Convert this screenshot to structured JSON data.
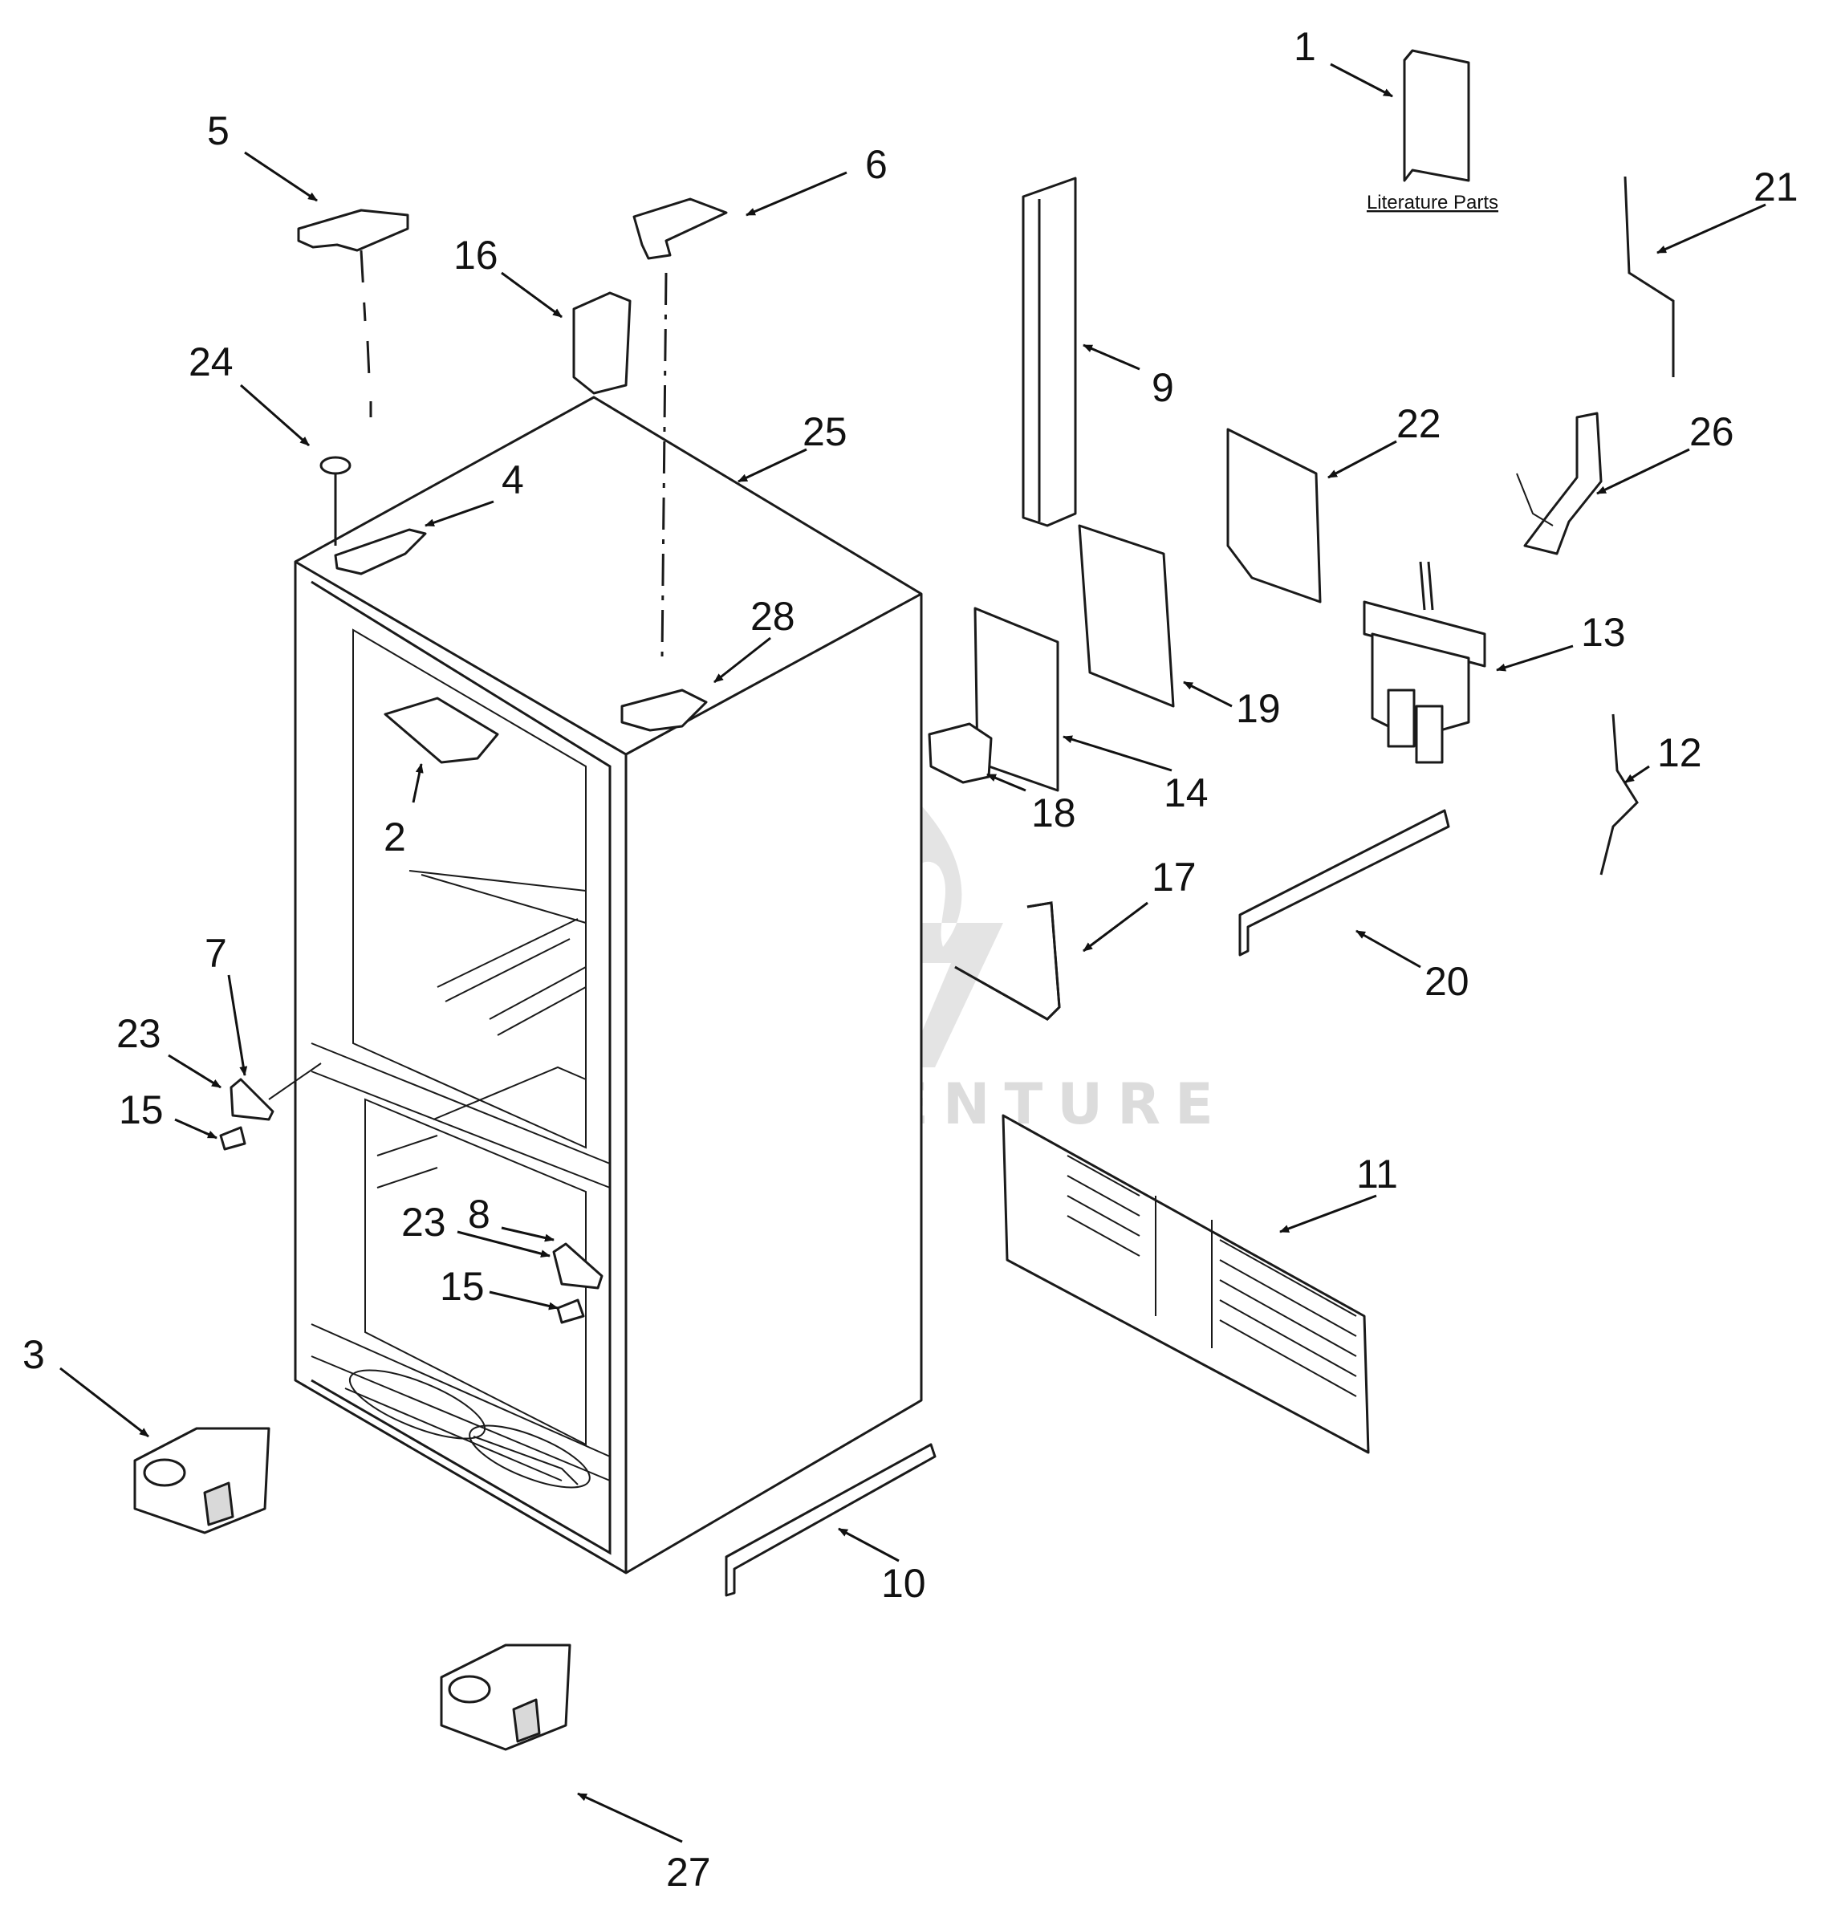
{
  "literature_label": "Literature Parts",
  "watermark": "LEADVENTURE",
  "callouts": {
    "c1": "1",
    "c2": "2",
    "c3": "3",
    "c4": "4",
    "c5": "5",
    "c6": "6",
    "c7": "7",
    "c8": "8",
    "c9": "9",
    "c10": "10",
    "c11": "11",
    "c12": "12",
    "c13": "13",
    "c14": "14",
    "c15a": "15",
    "c15b": "15",
    "c16": "16",
    "c17": "17",
    "c18": "18",
    "c19": "19",
    "c20": "20",
    "c21": "21",
    "c22": "22",
    "c23a": "23",
    "c23b": "23",
    "c24": "24",
    "c25": "25",
    "c26": "26",
    "c27": "27",
    "c28": "28"
  },
  "colors": {
    "ink": "#1a1a1a",
    "watermark": "#dcdcdc",
    "shade": "#d9d9d9"
  }
}
